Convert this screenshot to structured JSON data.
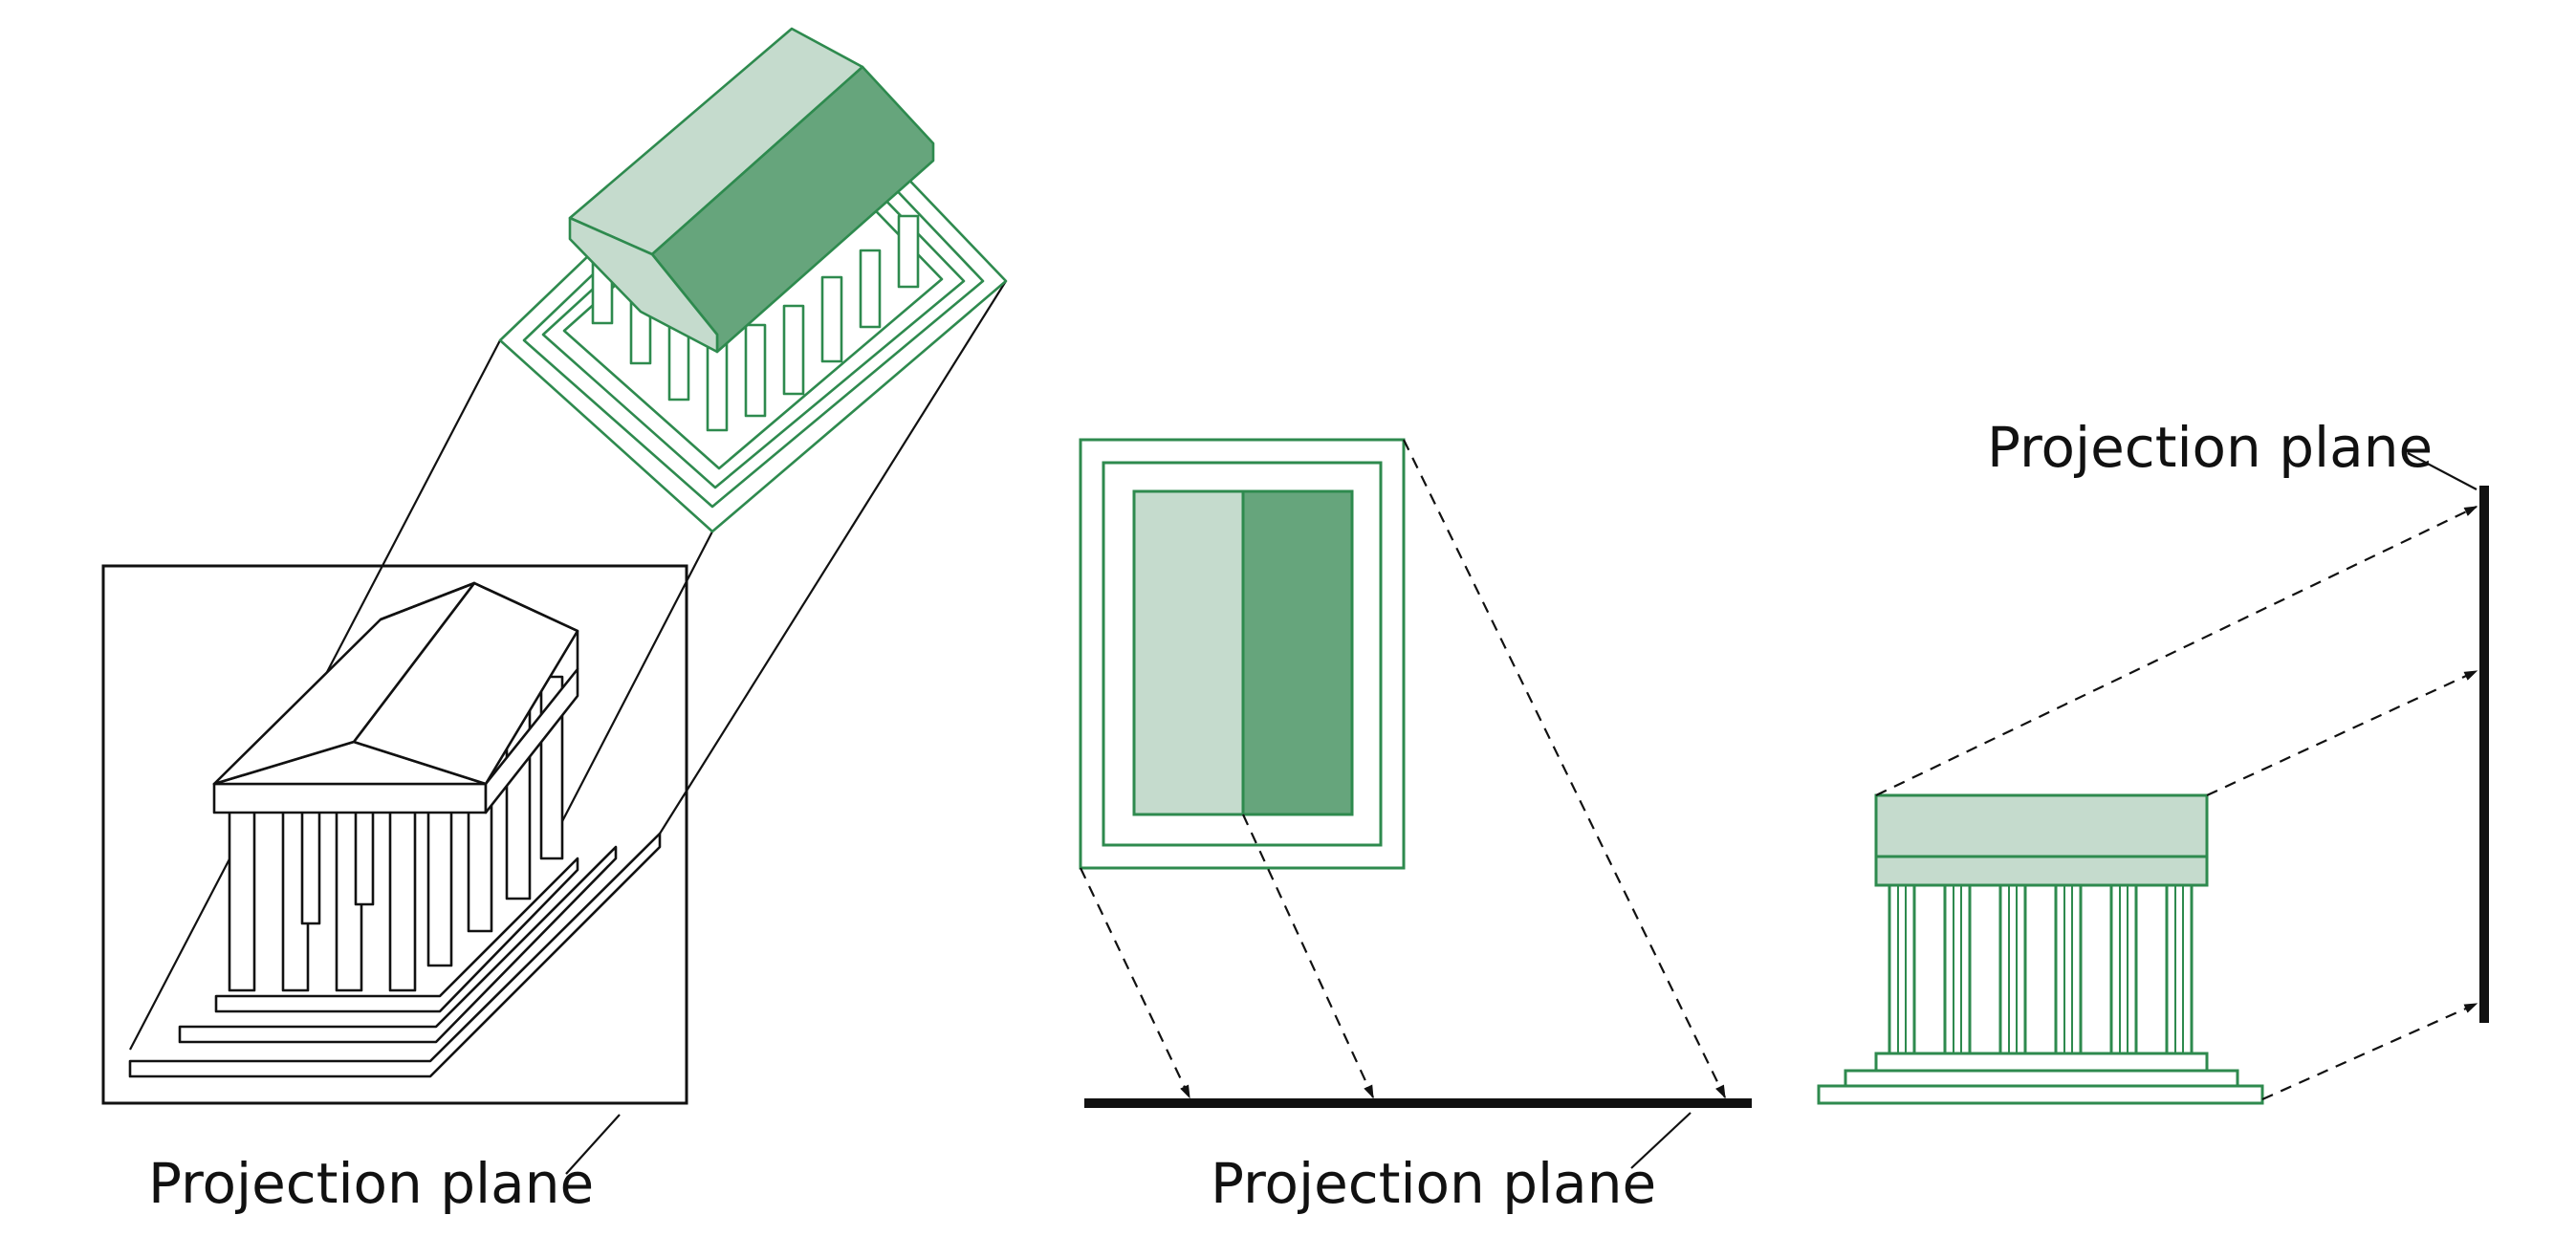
{
  "colors": {
    "green": "#2e8a4e",
    "green_light": "#c5dbcd",
    "green_dark": "#66a57c",
    "ink": "#111111"
  },
  "labels": {
    "left": "Projection plane",
    "middle": "Projection plane",
    "right": "Projection plane"
  }
}
